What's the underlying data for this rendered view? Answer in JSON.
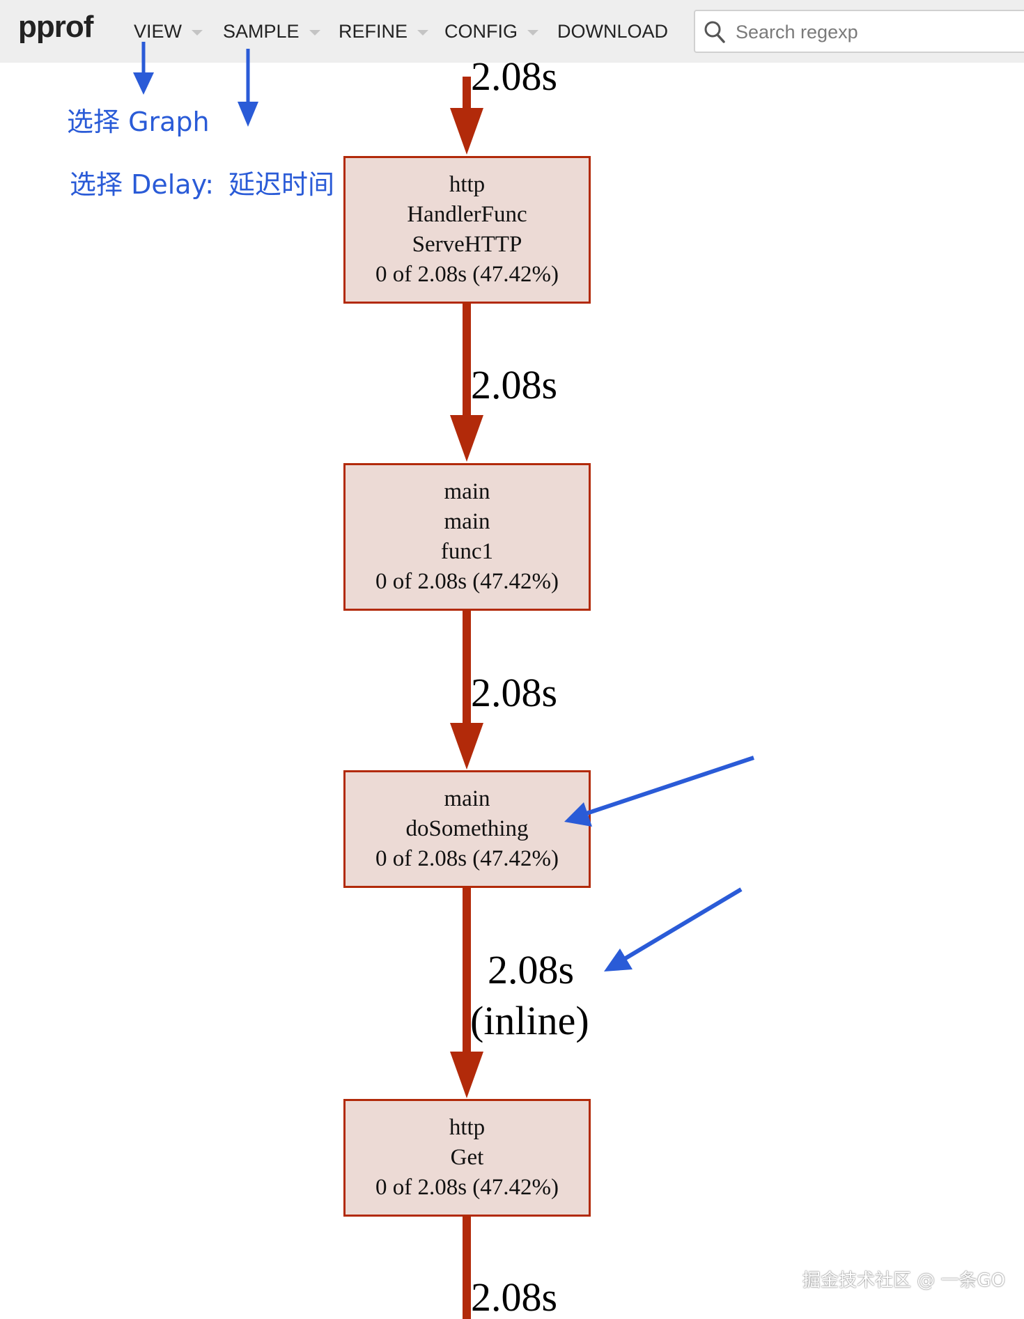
{
  "header": {
    "brand": "pprof",
    "menu": [
      "VIEW",
      "SAMPLE",
      "REFINE",
      "CONFIG",
      "DOWNLOAD"
    ],
    "search_placeholder": "Search regexp"
  },
  "annotations": {
    "select_graph": "选择 Graph",
    "select_delay": "选择 Delay:",
    "delay_meaning": "延迟时间"
  },
  "graph": {
    "top_edge_label": "2.08s",
    "nodes": [
      {
        "lines": [
          "http",
          "HandlerFunc",
          "ServeHTTP",
          "0 of 2.08s (47.42%)"
        ]
      },
      {
        "lines": [
          "main",
          "main",
          "func1",
          "0 of 2.08s (47.42%)"
        ]
      },
      {
        "lines": [
          "main",
          "doSomething",
          "0 of 2.08s (47.42%)"
        ]
      },
      {
        "lines": [
          "http",
          "Get",
          "0 of 2.08s (47.42%)"
        ]
      }
    ],
    "edges": [
      {
        "label": "2.08s"
      },
      {
        "label": "2.08s"
      },
      {
        "label": "2.08s",
        "note": "(inline)"
      },
      {
        "label": "2.08s"
      }
    ],
    "edge_color": "#b22a0a",
    "node_fill": "#ecdad5"
  },
  "watermark": "掘金技术社区 @ 一条GO"
}
